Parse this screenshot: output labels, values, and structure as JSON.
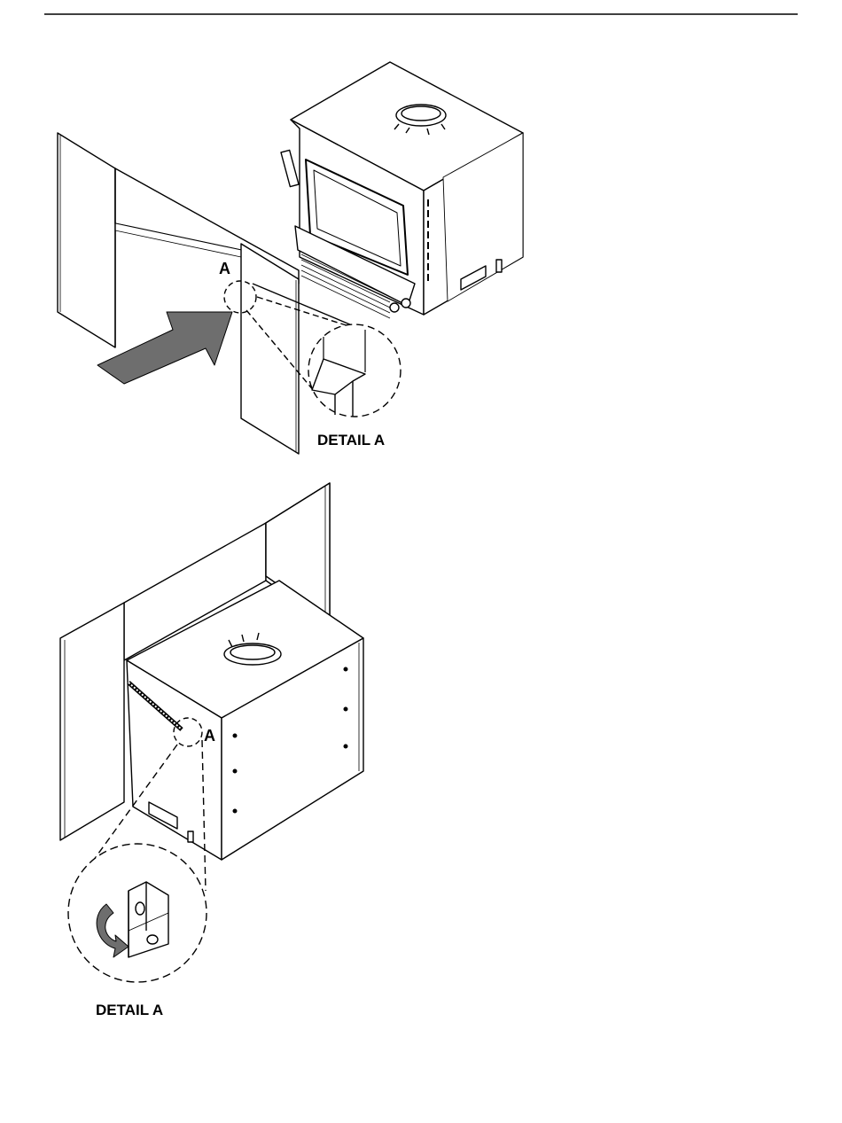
{
  "figure_top": {
    "callout_letter": "A",
    "detail_caption": "DETAIL A"
  },
  "figure_bottom": {
    "callout_letter": "A",
    "detail_caption": "DETAIL A"
  }
}
